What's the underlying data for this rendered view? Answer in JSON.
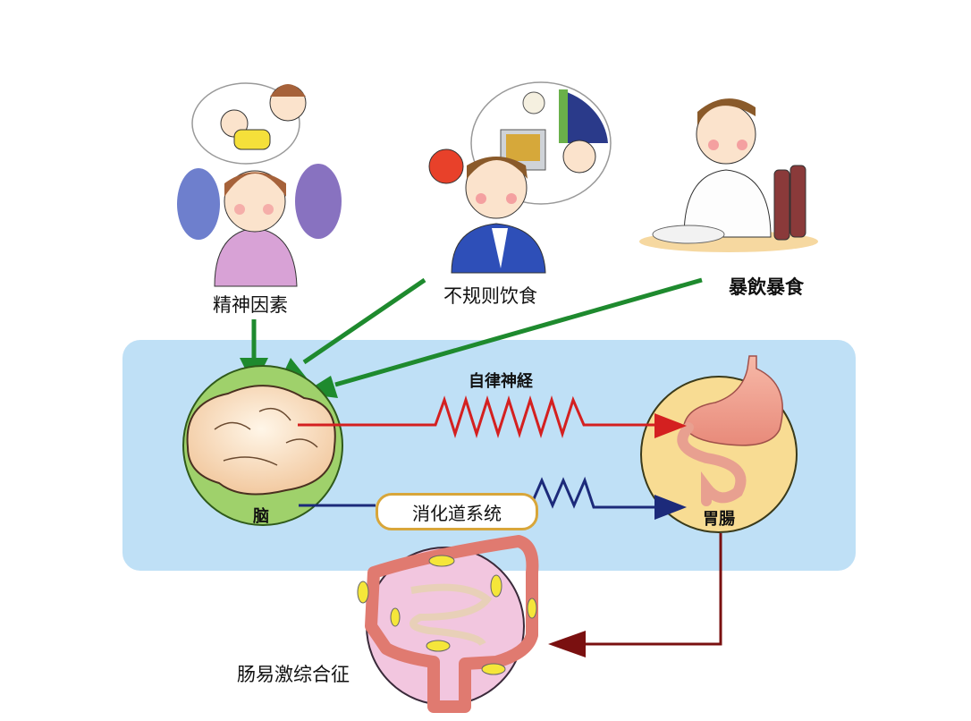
{
  "causes": [
    {
      "id": "psychological",
      "label": "精神因素",
      "illustration": "anxious-mother-with-crying-baby"
    },
    {
      "id": "irregular-diet",
      "label": "不规则饮食",
      "illustration": "tired-businessman-late-night-tv"
    },
    {
      "id": "overeating",
      "label": "暴飲暴食",
      "illustration": "man-binge-eating-and-drinking"
    }
  ],
  "nodes": {
    "brain": {
      "label": "脑",
      "color": "#9fd16b"
    },
    "gut": {
      "label": "胃腸",
      "color": "#f8dc93"
    },
    "ibs": {
      "label": "肠易激综合征",
      "color": "#f2c6df"
    }
  },
  "connections": {
    "autonomic": {
      "label": "自律神経",
      "color": "#d42020"
    },
    "digestive": {
      "label": "消化道系统",
      "color": "#1c2a7a"
    },
    "gut_to_ibs": {
      "color": "#7a1010"
    },
    "cause_arrow_color": "#1e8a2e"
  },
  "panel": {
    "color": "#bfe0f6"
  }
}
